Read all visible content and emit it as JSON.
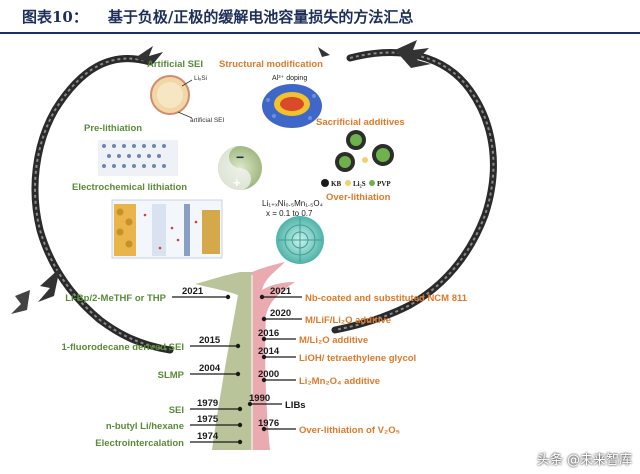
{
  "header": {
    "figure_label": "图表10：",
    "title": "基于负极/正极的缓解电池容量损失的方法汇总"
  },
  "top": {
    "artificial_sei": "Artificial SEI",
    "li_si": "LiₓSi",
    "artificial_sei_small": "artificial SEI",
    "pre_lithiation": "Pre-lithiation",
    "electrochemical_lithiation": "Electrochemical lithiation",
    "structural_modification": "Structural modification",
    "al_doping": "Al³⁺ doping",
    "sacrificial_additives": "Sacrificial additives",
    "kb": "KB",
    "li2s": "Li₂S",
    "pvp": "PVP",
    "over_lithiation": "Over-lithiation",
    "formula_line1": "Li₁₊ₓNi₀.₅Mn₁.₅O₄",
    "formula_line2": "x = 0.1 to 0.7"
  },
  "timeline": {
    "left": [
      {
        "year": "2021",
        "label": "Li-Bp/2-MeTHF or THP"
      },
      {
        "year": "2015",
        "label": "1-fluorodecane derived SEI"
      },
      {
        "year": "2004",
        "label": "SLMP"
      },
      {
        "year": "1979",
        "label": "SEI"
      },
      {
        "year": "1975",
        "label": "n-butyl Li/hexane"
      },
      {
        "year": "1974",
        "label": "Electrointercalation"
      }
    ],
    "right": [
      {
        "year": "2021",
        "label": "Nb-coated and substituted NCM 811"
      },
      {
        "year": "2020",
        "label": "M/LiF/Li₂O additive"
      },
      {
        "year": "2016",
        "label": "M/Li₂O additive"
      },
      {
        "year": "2014",
        "label": "LiOH/ tetraethylene glycol"
      },
      {
        "year": "2000",
        "label": "Li₂Mn₂O₄ additive"
      },
      {
        "year": "1990",
        "label": "LIBs"
      },
      {
        "year": "1976",
        "label": "Over-lithiation of V₂O₅"
      }
    ]
  },
  "watermark": "头条 @未来智库"
}
